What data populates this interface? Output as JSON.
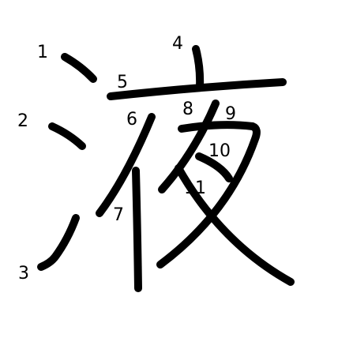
{
  "character": "液",
  "stroke_color": "#000000",
  "background_color": "#ffffff",
  "stroke_numbers": [
    "1",
    "2",
    "3",
    "4",
    "5",
    "6",
    "7",
    "8",
    "9",
    "10",
    "11"
  ]
}
